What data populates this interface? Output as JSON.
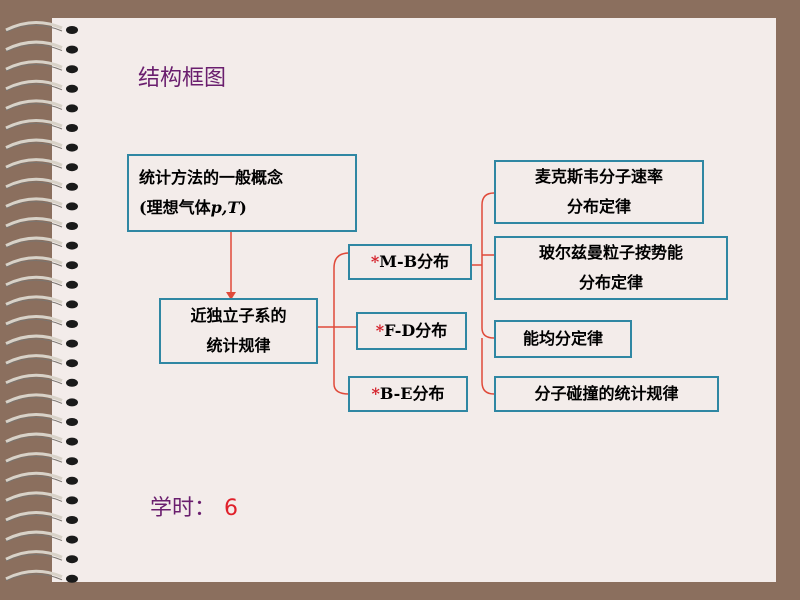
{
  "slide": {
    "title": "结构框图"
  },
  "boxes": {
    "general_concept": {
      "line1": "统计方法的一般概念",
      "line2_prefix": "(理想气体",
      "line2_vars": "p,T",
      "line2_suffix": ")"
    },
    "near_independent": {
      "line1": "近独立子系的",
      "line2": "统计规律"
    },
    "mb": {
      "star": "*",
      "label": "M-B分布"
    },
    "fd": {
      "star": "*",
      "label": "F-D分布"
    },
    "be": {
      "star": "*",
      "label": "B-E分布"
    },
    "maxwell": {
      "line1": "麦克斯韦分子速率",
      "line2": "分布定律"
    },
    "boltzmann": {
      "line1": "玻尔兹曼粒子按势能",
      "line2": "分布定律"
    },
    "equipartition": {
      "label": "能均分定律"
    },
    "collision": {
      "label": "分子碰撞的统计规律"
    }
  },
  "hours": {
    "label": "学时：",
    "value": "6"
  },
  "colors": {
    "frame": "#8b6f5e",
    "paper": "#f3ecea",
    "box_border": "#2f87a3",
    "connector": "#e04a3a",
    "title": "#6a1e6e",
    "accent_red": "#e0202a"
  }
}
